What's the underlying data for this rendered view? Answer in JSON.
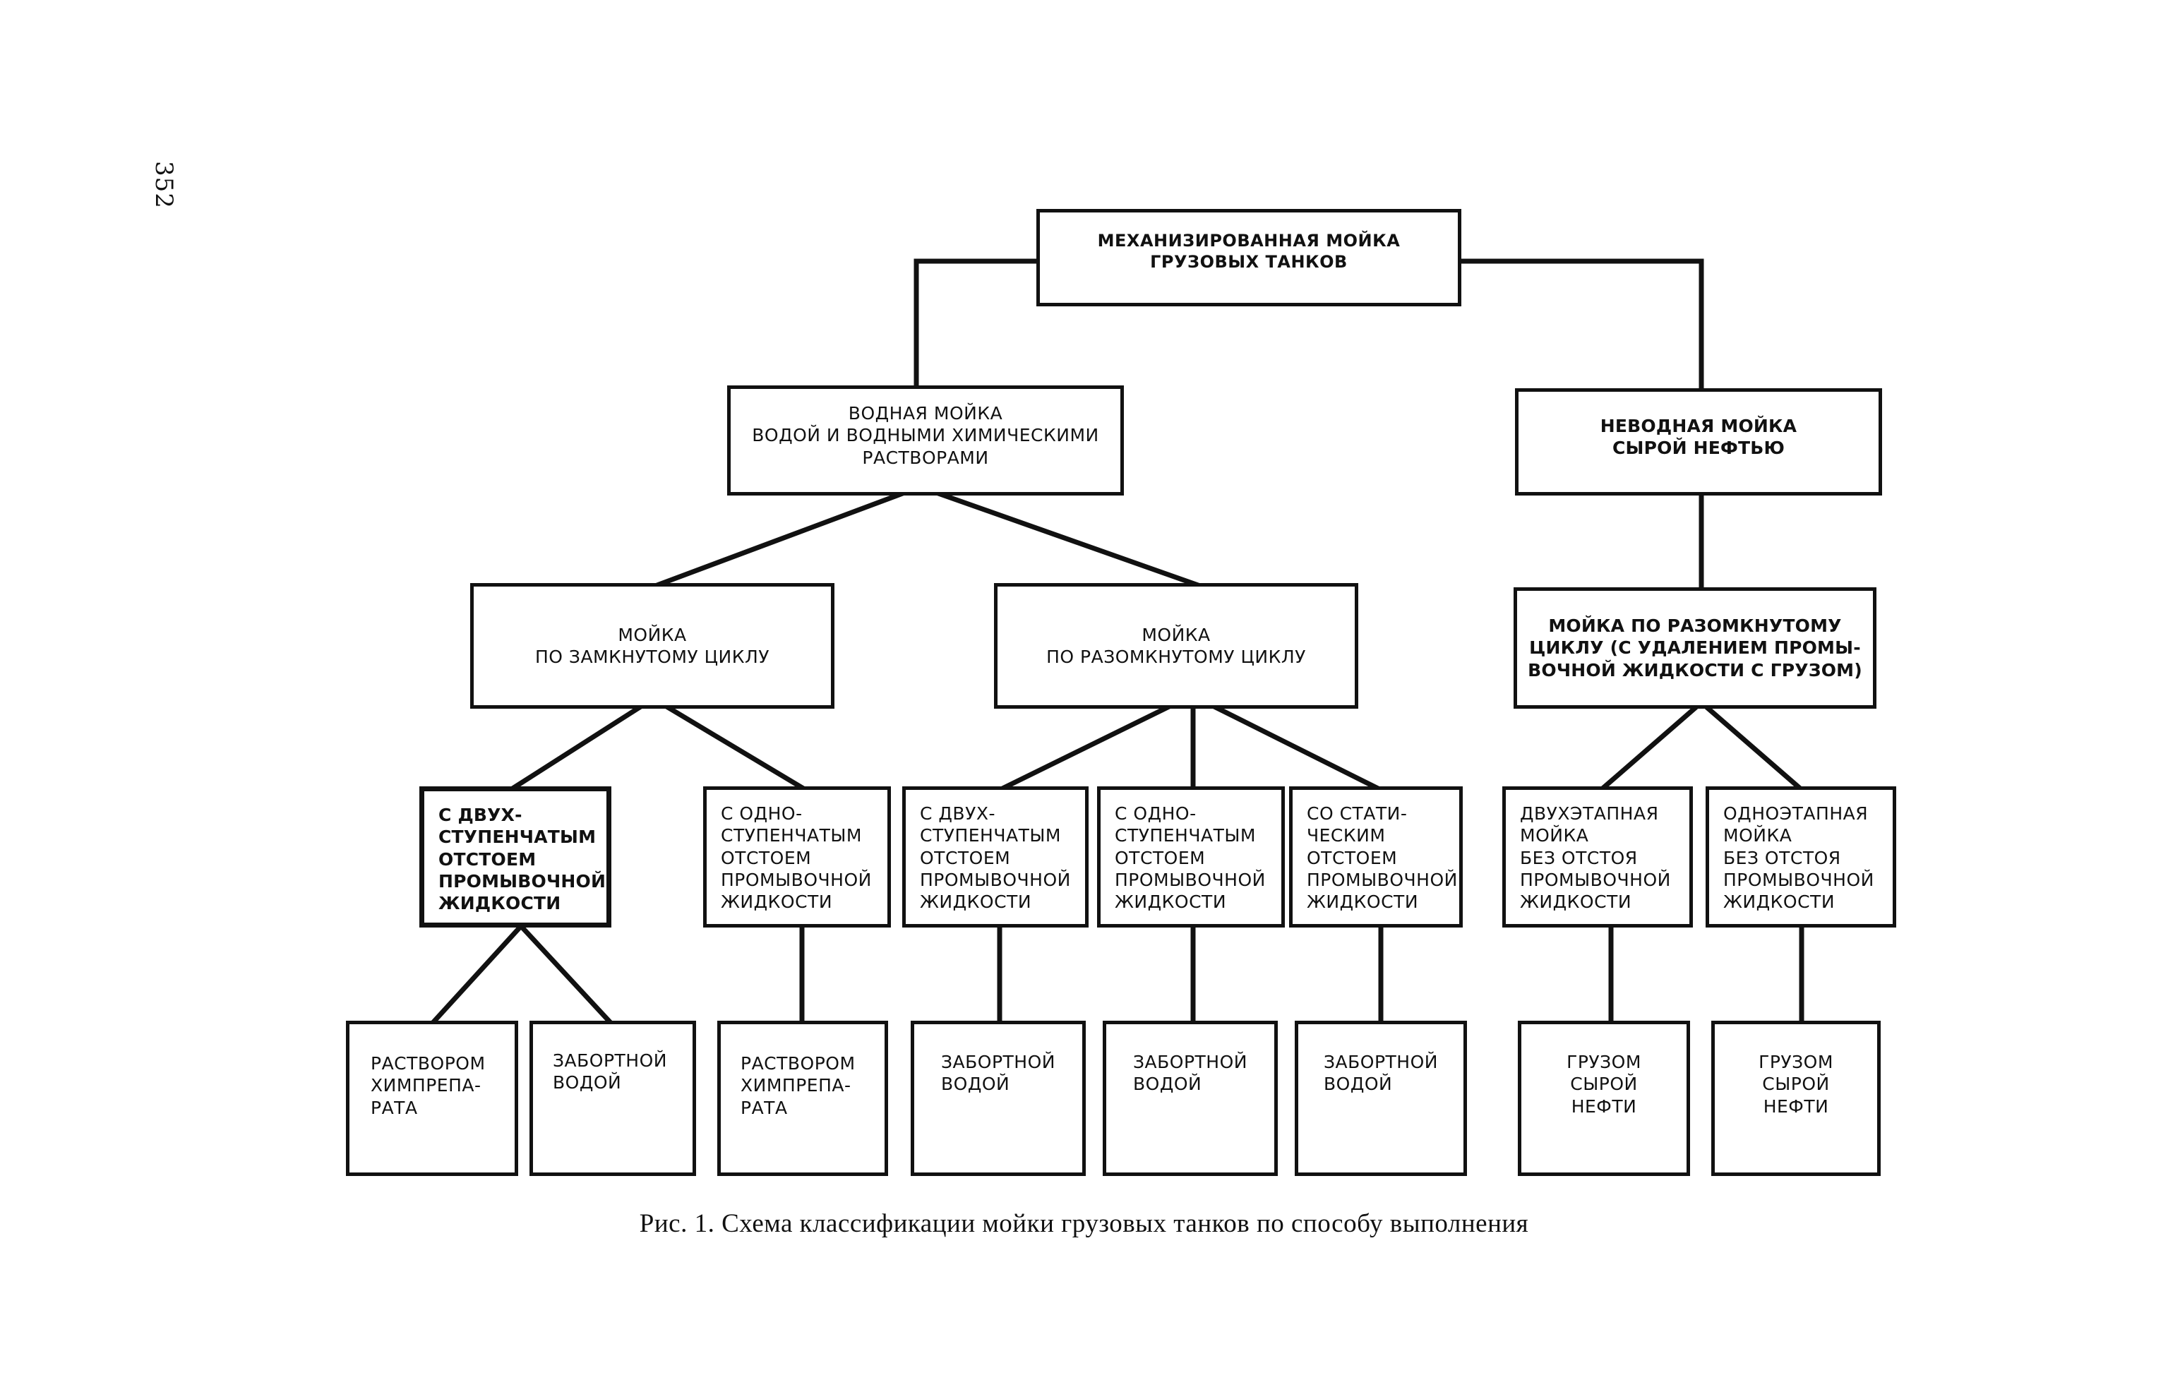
{
  "page_number": "352",
  "caption": "Рис. 1. Схема классификации мойки грузовых танков по способу выполнения",
  "nodes": {
    "root": "МЕХАНИЗИРОВАННАЯ МОЙКА\nГРУЗОВЫХ ТАНКОВ",
    "water": "ВОДНАЯ МОЙКА\nВОДОЙ И ВОДНЫМИ ХИМИЧЕСКИМИ\nРАСТВОРАМИ",
    "nonwater": "НЕВОДНАЯ МОЙКА\nСЫРОЙ НЕФТЬЮ",
    "closed": "МОЙКА\nПО ЗАМКНУТОМУ ЦИКЛУ",
    "open": "МОЙКА\nПО РАЗОМКНУТОМУ ЦИКЛУ",
    "open_cargo": "МОЙКА ПО РАЗОМКНУТОМУ\nЦИКЛУ (С УДАЛЕНИЕМ ПРОМЫ-\nВОЧНОЙ ЖИДКОСТИ С ГРУЗОМ)",
    "closed_two": "С ДВУХ-\nСТУПЕНЧАТЫМ\nОТСТОЕМ\nПРОМЫВОЧНОЙ\nЖИДКОСТИ",
    "closed_one": "С ОДНО-\nСТУПЕНЧАТЫМ\nОТСТОЕМ\nПРОМЫВОЧНОЙ\nЖИДКОСТИ",
    "open_two": "С ДВУХ-\nСТУПЕНЧАТЫМ\nОТСТОЕМ\nПРОМЫВОЧНОЙ\nЖИДКОСТИ",
    "open_one": "С ОДНО-\nСТУПЕНЧАТЫМ\nОТСТОЕМ\nПРОМЫВОЧНОЙ\nЖИДКОСТИ",
    "open_static": "СО СТАТИ-\nЧЕСКИМ\nОТСТОЕМ\nПРОМЫВОЧНОЙ\nЖИДКОСТИ",
    "cargo_two": "ДВУХЭТАПНАЯ\nМОЙКА\nБЕЗ ОТСТОЯ\nПРОМЫВОЧНОЙ\nЖИДКОСТИ",
    "cargo_one": "ОДНОЭТАПНАЯ\nМОЙКА\nБЕЗ ОТСТОЯ\nПРОМЫВОЧНОЙ\nЖИДКОСТИ",
    "leaf1": "РАСТВОРОМ\nХИМПРЕПА-\nРАТА",
    "leaf2": "ЗАБОРТНОЙ\nВОДОЙ",
    "leaf3": "РАСТВОРОМ\nХИМПРЕПА-\nРАТА",
    "leaf4": "ЗАБОРТНОЙ\nВОДОЙ",
    "leaf5": "ЗАБОРТНОЙ\nВОДОЙ",
    "leaf6": "ЗАБОРТНОЙ\nВОДОЙ",
    "leaf7": "ГРУЗОМ\nСЫРОЙ\nНЕФТИ",
    "leaf8": "ГРУЗОМ\nСЫРОЙ\nНЕФТИ"
  }
}
